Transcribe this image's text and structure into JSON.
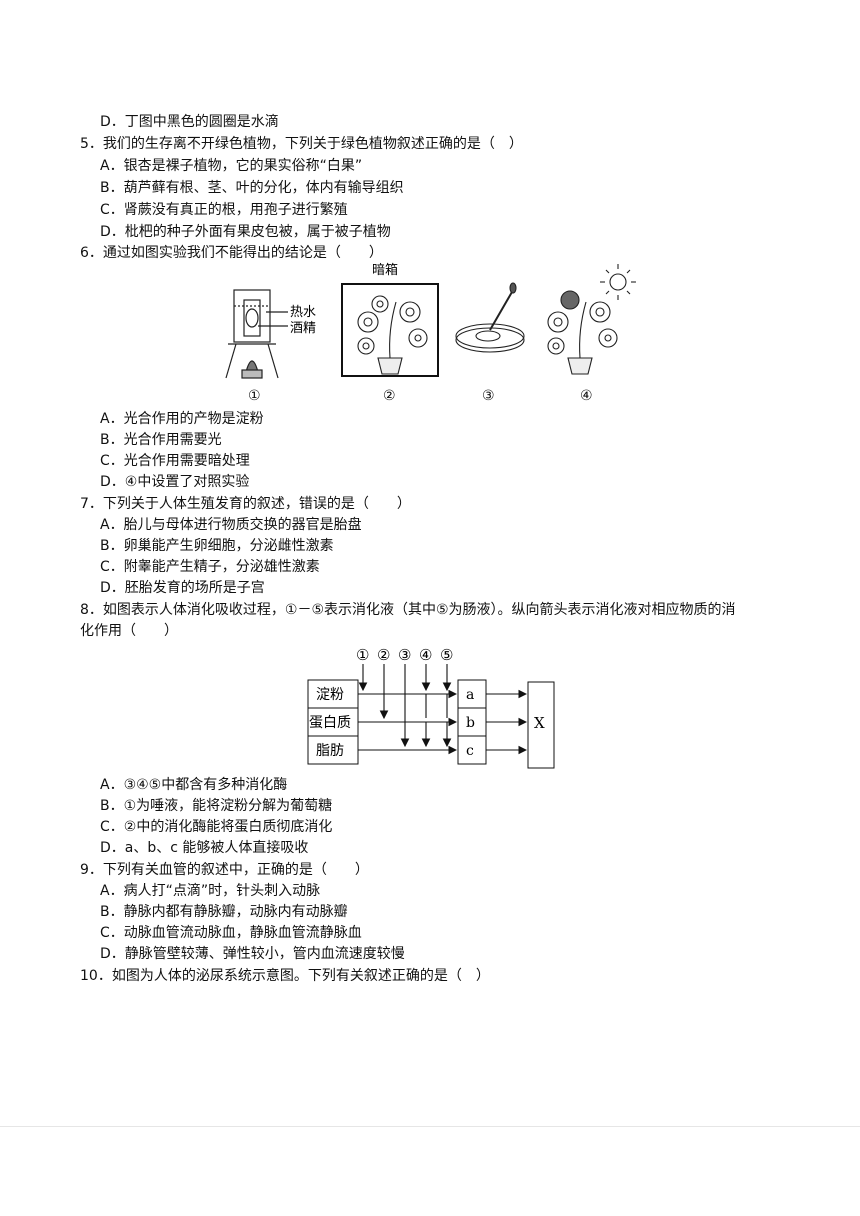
{
  "q4": {
    "optD": "D．丁图中黑色的圆圈是水滴"
  },
  "q5": {
    "stem": "5．我们的生存离不开绿色植物，下列关于绿色植物叙述正确的是（　）",
    "options": [
      "A．银杏是裸子植物，它的果实俗称“白果”",
      "B．葫芦藓有根、茎、叶的分化，体内有输导组织",
      "C．肾蕨没有真正的根，用孢子进行繁殖",
      "D．枇杷的种子外面有果皮包被，属于被子植物"
    ]
  },
  "q6": {
    "stem": "6．通过如图实验我们不能得出的结论是（　　）",
    "figure": {
      "dark_box_label": "暗箱",
      "hot_water": "热水",
      "alcohol": "酒精",
      "nums": [
        "①",
        "②",
        "③",
        "④"
      ]
    },
    "options": [
      "A．光合作用的产物是淀粉",
      "B．光合作用需要光",
      "C．光合作用需要暗处理",
      "D．④中设置了对照实验"
    ]
  },
  "q7": {
    "stem": "7．下列关于人体生殖发育的叙述，错误的是（　　）",
    "options": [
      "A．胎儿与母体进行物质交换的器官是胎盘",
      "B．卵巢能产生卵细胞，分泌雌性激素",
      "C．附睾能产生精子，分泌雄性激素",
      "D．胚胎发育的场所是子宫"
    ]
  },
  "q8": {
    "stem_line1": "8．如图表示人体消化吸收过程，①－⑤表示消化液（其中⑤为肠液）。纵向箭头表示消化液对相应物质的消",
    "stem_line2": "化作用（　　）",
    "figure": {
      "top_nums": [
        "①",
        "②",
        "③",
        "④",
        "⑤"
      ],
      "substances": [
        "淀粉",
        "蛋白质",
        "脂肪"
      ],
      "products": [
        "a",
        "b",
        "c"
      ],
      "x_label": "X"
    },
    "options": [
      "A．③④⑤中都含有多种消化酶",
      "B．①为唾液，能将淀粉分解为葡萄糖",
      "C．②中的消化酶能将蛋白质彻底消化",
      "D．a、b、c 能够被人体直接吸收"
    ]
  },
  "q9": {
    "stem": "9．下列有关血管的叙述中，正确的是（　　）",
    "options": [
      "A．病人打“点滴”时，针头刺入动脉",
      "B．静脉内都有静脉瓣，动脉内有动脉瓣",
      "C．动脉血管流动脉血，静脉血管流静脉血",
      "D．静脉管壁较薄、弹性较小，管内血流速度较慢"
    ]
  },
  "q10": {
    "stem": "10．如图为人体的泌尿系统示意图。下列有关叙述正确的是（　）"
  }
}
